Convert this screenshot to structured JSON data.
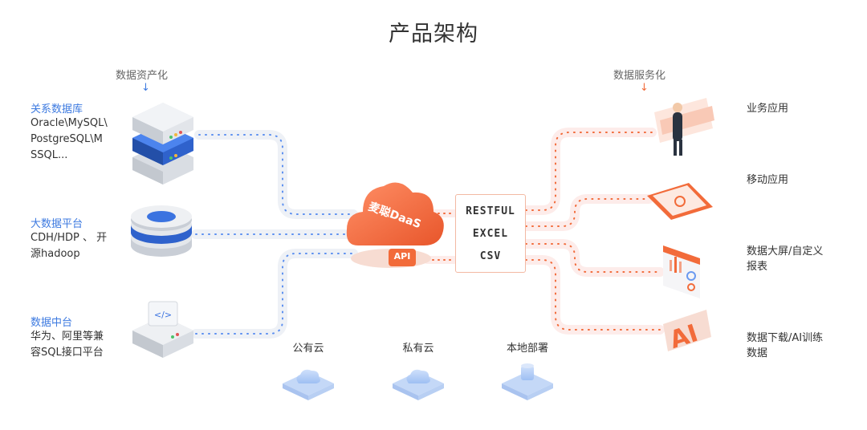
{
  "title": "产品架构",
  "left_header": "数据资产化",
  "right_header": "数据服务化",
  "arrow_glyph": "↓",
  "colors": {
    "blue_accent": "#3d7ae0",
    "orange_accent": "#f26b3a",
    "text": "#333333"
  },
  "sources": [
    {
      "title": "关系数据库",
      "lines": [
        "Oracle\\MySQL\\",
        "PostgreSQL\\M",
        "SSQL..."
      ]
    },
    {
      "title": "大数据平台",
      "lines": [
        "CDH/HDP 、 开",
        "源hadoop"
      ]
    },
    {
      "title": "数据中台",
      "lines": [
        "华为、阿里等兼",
        "容SQL接口平台"
      ]
    }
  ],
  "center": {
    "logo_text": "麦聪DaaS",
    "api_text": "API",
    "formats": [
      "RESTFUL",
      "EXCEL",
      "CSV"
    ]
  },
  "apps": [
    {
      "lines": [
        "业务应用"
      ]
    },
    {
      "lines": [
        "移动应用"
      ]
    },
    {
      "lines": [
        "数据大屏/自定义",
        "报表"
      ]
    },
    {
      "lines": [
        "数据下载/AI训练",
        "数据"
      ]
    }
  ],
  "clouds": [
    "公有云",
    "私有云",
    "本地部署"
  ]
}
